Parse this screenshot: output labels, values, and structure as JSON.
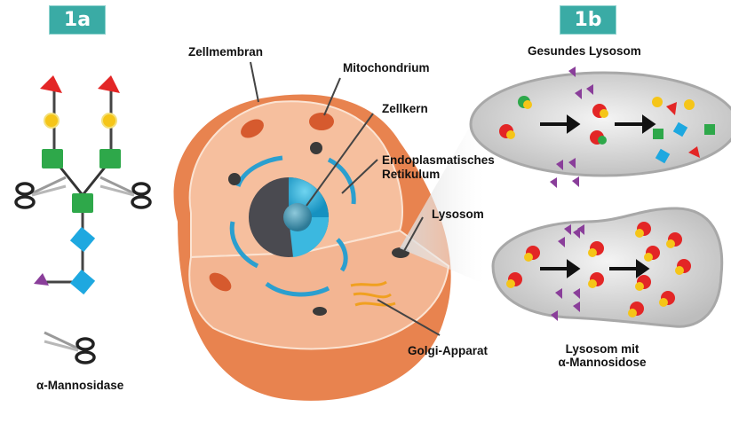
{
  "panels": {
    "panel_a": {
      "badge": "1a"
    },
    "panel_b": {
      "badge": "1b"
    }
  },
  "legend": {
    "enzyme_label": "α-Mannosidase",
    "enzyme_icon": "scissors-icon"
  },
  "cell_labels": {
    "membrane": "Zellmembran",
    "mitochondrion": "Mitochondrium",
    "nucleus": "Zellkern",
    "er_line1": "Endoplasmatisches",
    "er_line2": "Retikulum",
    "lysosome": "Lysosom",
    "golgi": "Golgi-Apparat"
  },
  "lysosome_labels": {
    "healthy": "Gesundes Lysosom",
    "diseased_line1": "Lysosom mit",
    "diseased_line2": "α-Mannosidose"
  },
  "colors": {
    "badge": "#3aaba5",
    "cell_outer": "#e8834f",
    "cell_inner": "#f6bf9e",
    "nucleus": "#28b4dc",
    "er": "#2b9fcf",
    "golgi": "#f0a020",
    "lysosome_fill": "#cfcfcf",
    "sugar_red": "#e32626",
    "sugar_yellow": "#f5c518",
    "sugar_green": "#2ea84a",
    "sugar_blue": "#1ea8e0",
    "sugar_purple": "#8a3e9a"
  }
}
